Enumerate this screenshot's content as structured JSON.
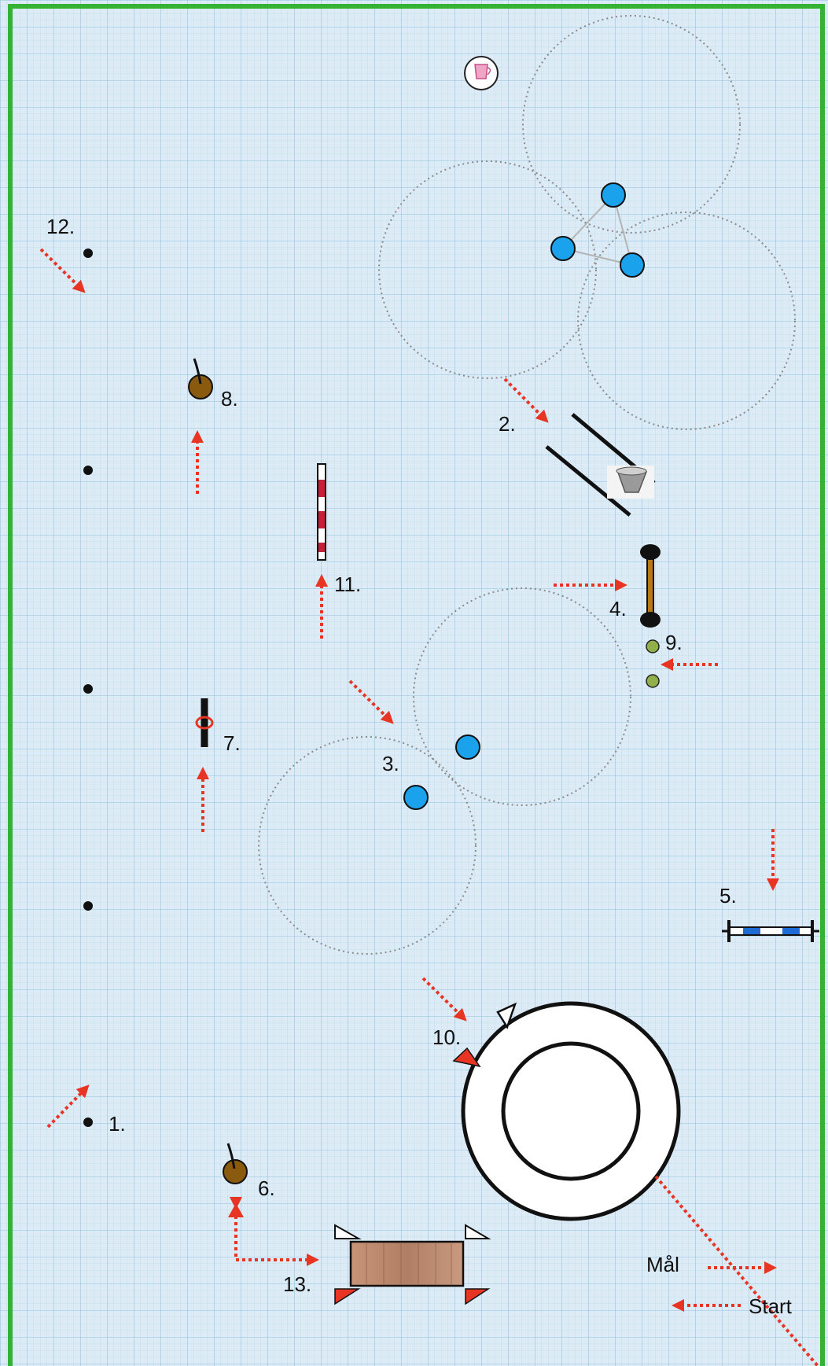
{
  "course": {
    "colors": {
      "border": "#33b233",
      "grid_background": "#dcebf5",
      "grid_line": "#9ec9e3",
      "arrow": "#e83422",
      "circle_outline": "#8a8a8a",
      "cone": "#1aa3ec",
      "weave_pole": "#b3b3b3"
    },
    "labels": {
      "station_1": "1.",
      "station_2": "2.",
      "station_3": "3.",
      "station_4": "4.",
      "station_5": "5.",
      "station_6": "6.",
      "station_7": "7.",
      "station_8": "8.",
      "station_9": "9.",
      "station_10": "10.",
      "station_11": "11.",
      "station_12": "12.",
      "station_13": "13.",
      "finish": "Mål",
      "start": "Start"
    },
    "icons": [
      "trophy-icon",
      "bucket-icon"
    ]
  }
}
